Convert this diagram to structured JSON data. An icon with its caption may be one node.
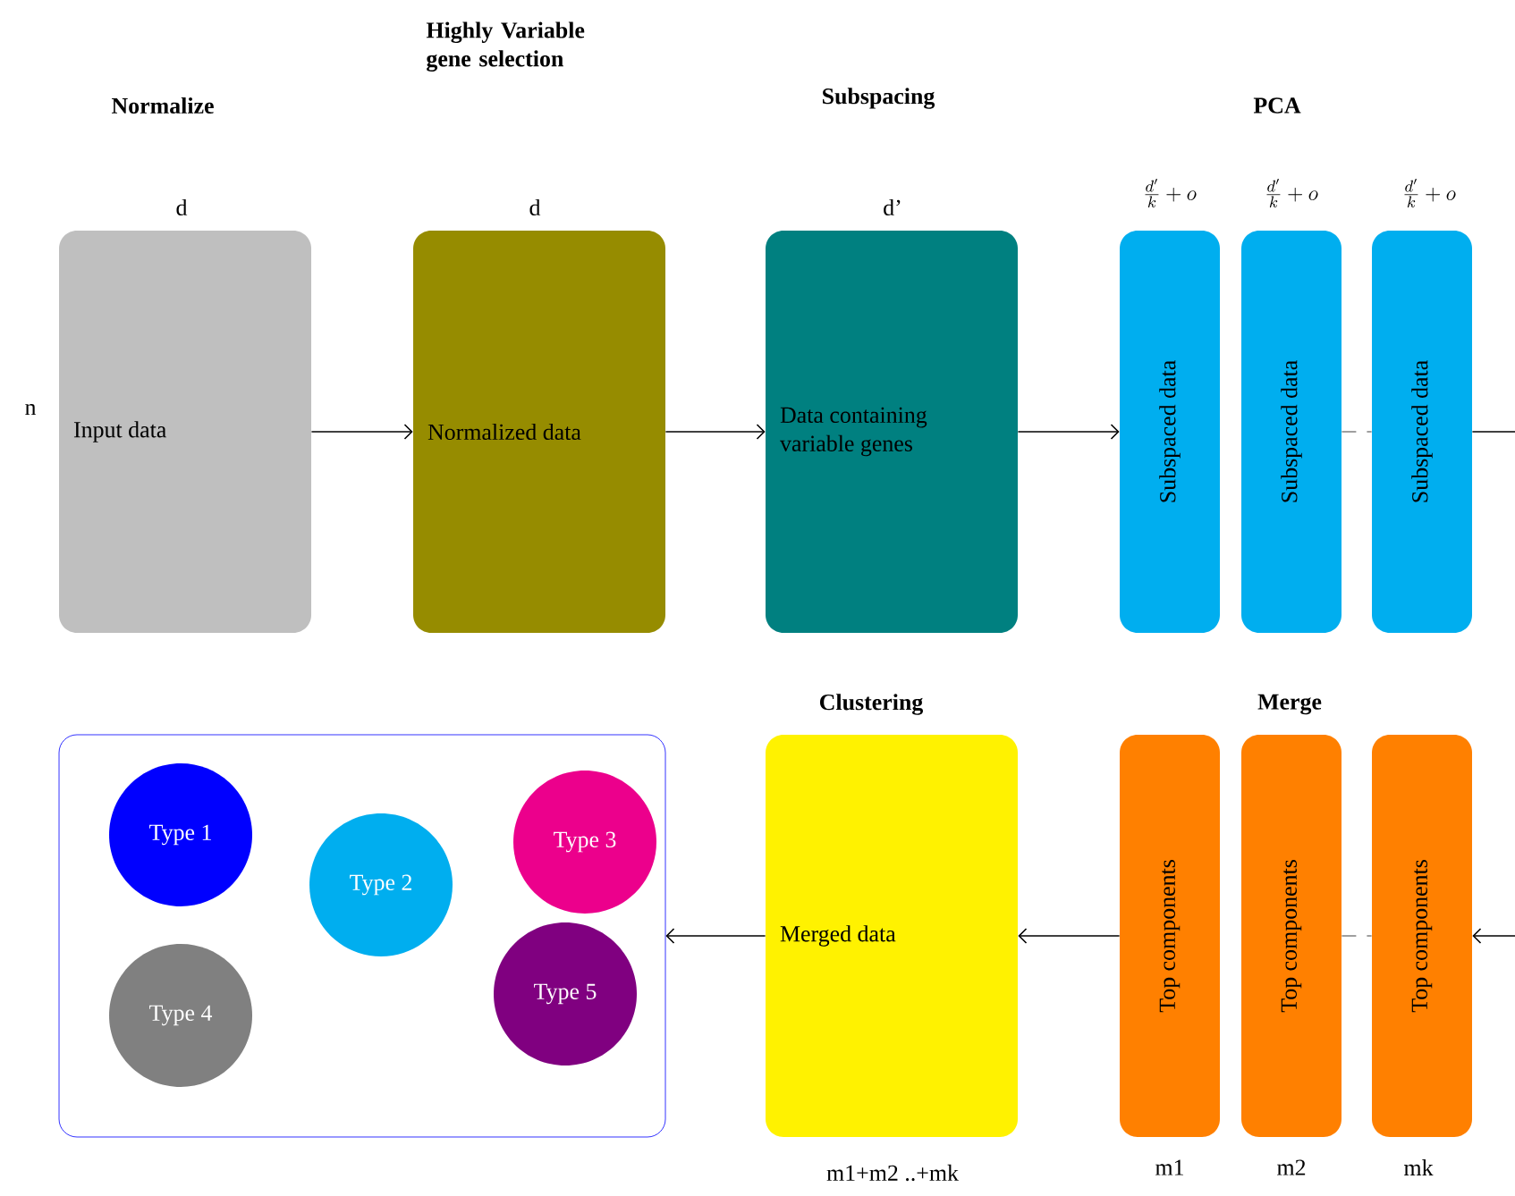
{
  "diagram": {
    "nodes": [
      {
        "text": [
          "Input data"
        ],
        "beside": [
          "d",
          "n"
        ]
      },
      {
        "text": [
          "Normalized data"
        ],
        "beside": [
          "d"
        ]
      },
      {
        "text": [
          "Data containing variable genes"
        ],
        "beside": [
          "d’"
        ]
      },
      {
        "text": [
          "Subspaced data"
        ],
        "beside": [
          "\\frac{d'}{k}+o"
        ]
      },
      {
        "text": [
          "Subspaced data"
        ],
        "beside": [
          "\\frac{d'}{k}+o"
        ]
      },
      {
        "text": [
          "Subspaced data"
        ],
        "beside": [
          "\\frac{d'}{k}+o"
        ]
      },
      {
        "text": [],
        "shape": "box"
      },
      {
        "text": [
          "Type 1"
        ],
        "in": 6
      },
      {
        "text": [
          "Type 2"
        ],
        "in": 6
      },
      {
        "text": [
          "Type 3"
        ],
        "in": 6
      },
      {
        "text": [
          "Type 4"
        ],
        "in": 6
      },
      {
        "text": [
          "Type 5"
        ],
        "in": 6
      },
      {
        "text": [
          "Merged data"
        ],
        "beside": [
          "m1+m2 ..+mk"
        ]
      },
      {
        "text": [
          "Top components"
        ],
        "beside": [
          "m1"
        ]
      },
      {
        "text": [
          "Top components"
        ],
        "beside": [
          "m2"
        ]
      },
      {
        "text": [
          "Top components"
        ],
        "beside": [
          "mk"
        ]
      }
    ],
    "edges": [
      {
        "from": 0,
        "to": 1,
        "arrow": "to"
      },
      {
        "from": 1,
        "to": 2,
        "arrow": "to"
      },
      {
        "from": 2,
        "to": 3,
        "arrow": "to"
      },
      {
        "from": 4,
        "to": 5,
        "arrow": "none",
        "style": "dashed",
        "color": "#808080"
      },
      {
        "from": 5,
        "to": null,
        "arrow": "none"
      },
      {
        "from": null,
        "to": 15,
        "arrow": "to"
      },
      {
        "from": 14,
        "to": 15,
        "arrow": "none",
        "style": "dashed",
        "color": "#808080"
      },
      {
        "from": 13,
        "to": 12,
        "arrow": "to"
      },
      {
        "from": 12,
        "to": 6,
        "arrow": "to"
      }
    ],
    "labels": [
      "Normalize",
      "Highly Variable gene selection",
      "Subspacing",
      "PCA",
      "Clustering",
      "Merge"
    ]
  }
}
